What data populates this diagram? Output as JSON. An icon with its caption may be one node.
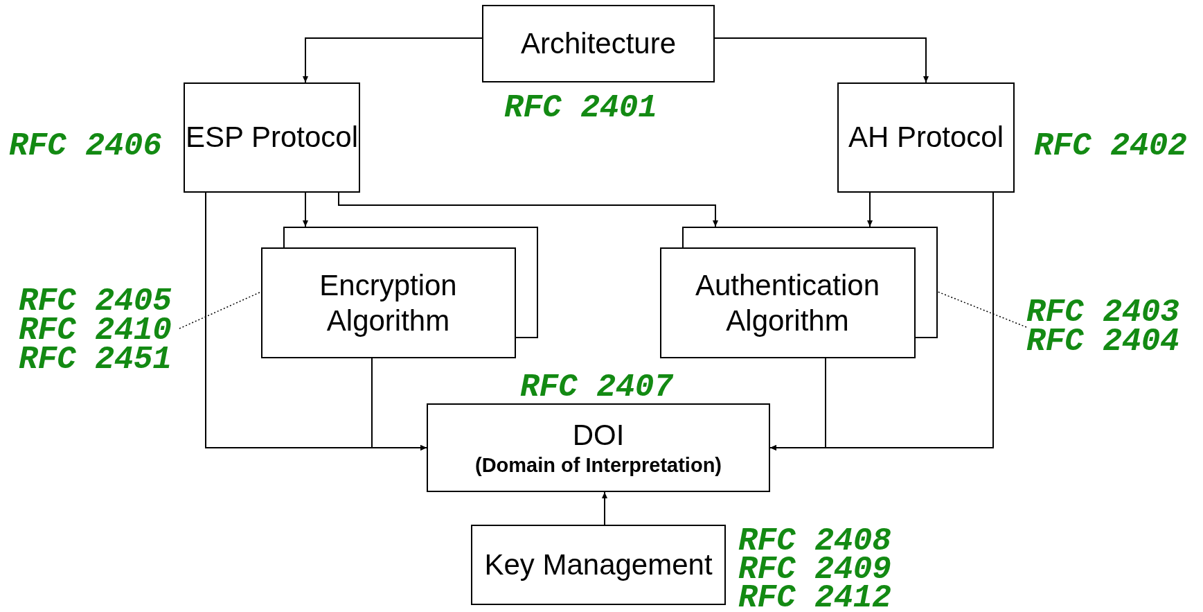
{
  "diagram": {
    "nodes": [
      {
        "text": [
          "Architecture"
        ],
        "beside": [
          "RFC 2401"
        ]
      },
      {
        "text": [
          "ESP Protocol"
        ],
        "beside": [
          "RFC 2406"
        ]
      },
      {
        "text": [
          "AH Protocol"
        ],
        "beside": [
          "RFC 2402"
        ]
      },
      {
        "text": [
          "RFC 2405",
          "RFC 2410",
          "RFC 2451"
        ]
      },
      {
        "text": [
          "Encryption Algorithm"
        ]
      },
      {
        "text": [
          "Authentication Algorithm"
        ]
      },
      {
        "text": [
          "RFC 2403",
          "RFC 2404"
        ]
      },
      {
        "text": [
          "DOI",
          "(Domain of Interpretation)"
        ],
        "beside": [
          "RFC 2407"
        ]
      },
      {
        "text": [
          "Key Management"
        ],
        "beside": [
          "RFC 2408",
          "RFC 2409",
          "RFC 2412"
        ]
      }
    ],
    "edges": [
      {
        "from": 0,
        "to": 1,
        "arrow": "to"
      },
      {
        "from": 0,
        "to": 2,
        "arrow": "to"
      },
      {
        "from": 1,
        "to": 4,
        "arrow": "to"
      },
      {
        "from": 1,
        "to": 5,
        "arrow": "to"
      },
      {
        "from": 2,
        "to": 5,
        "arrow": "to"
      },
      {
        "from": 1,
        "to": 7,
        "arrow": "to"
      },
      {
        "from": 4,
        "to": 7,
        "arrow": "to"
      },
      {
        "from": 2,
        "to": 7,
        "arrow": "to"
      },
      {
        "from": 5,
        "to": 7,
        "arrow": "to"
      },
      {
        "from": 8,
        "to": 7,
        "arrow": "to"
      },
      {
        "from": 3,
        "to": 4,
        "arrow": "none",
        "style": "dashed"
      },
      {
        "from": 6,
        "to": 5,
        "arrow": "none",
        "style": "dashed"
      }
    ]
  }
}
